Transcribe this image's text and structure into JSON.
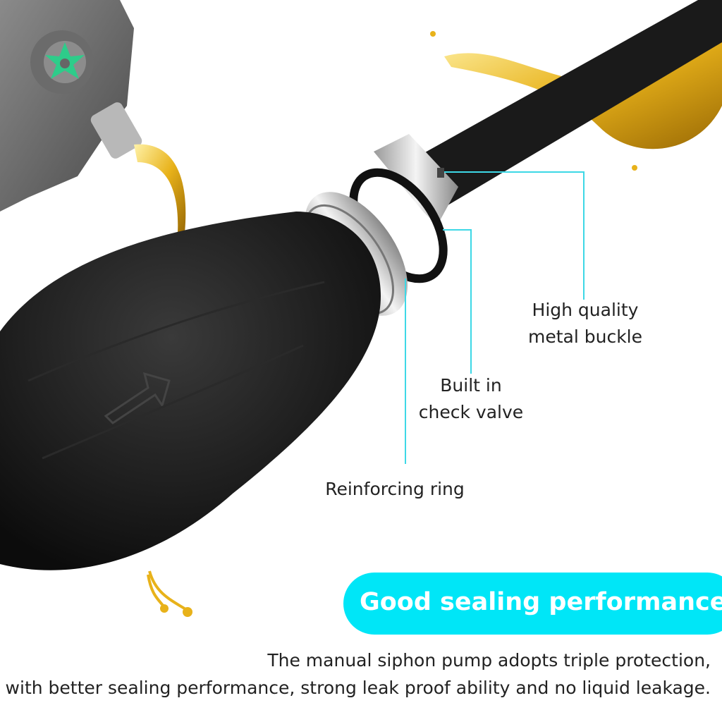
{
  "callouts": {
    "buckle": [
      "High quality",
      "metal buckle"
    ],
    "valve": [
      "Built in",
      "check valve"
    ],
    "ring": "Reinforcing ring"
  },
  "banner": {
    "title": "Good sealing performance"
  },
  "description": [
    "The manual siphon pump adopts triple protection,",
    "with better sealing performance, strong leak proof ability and no liquid leakage."
  ],
  "colors": {
    "accent": "#00E6F7",
    "oil": "#E8B21A",
    "logo": "#2ECC8A"
  }
}
